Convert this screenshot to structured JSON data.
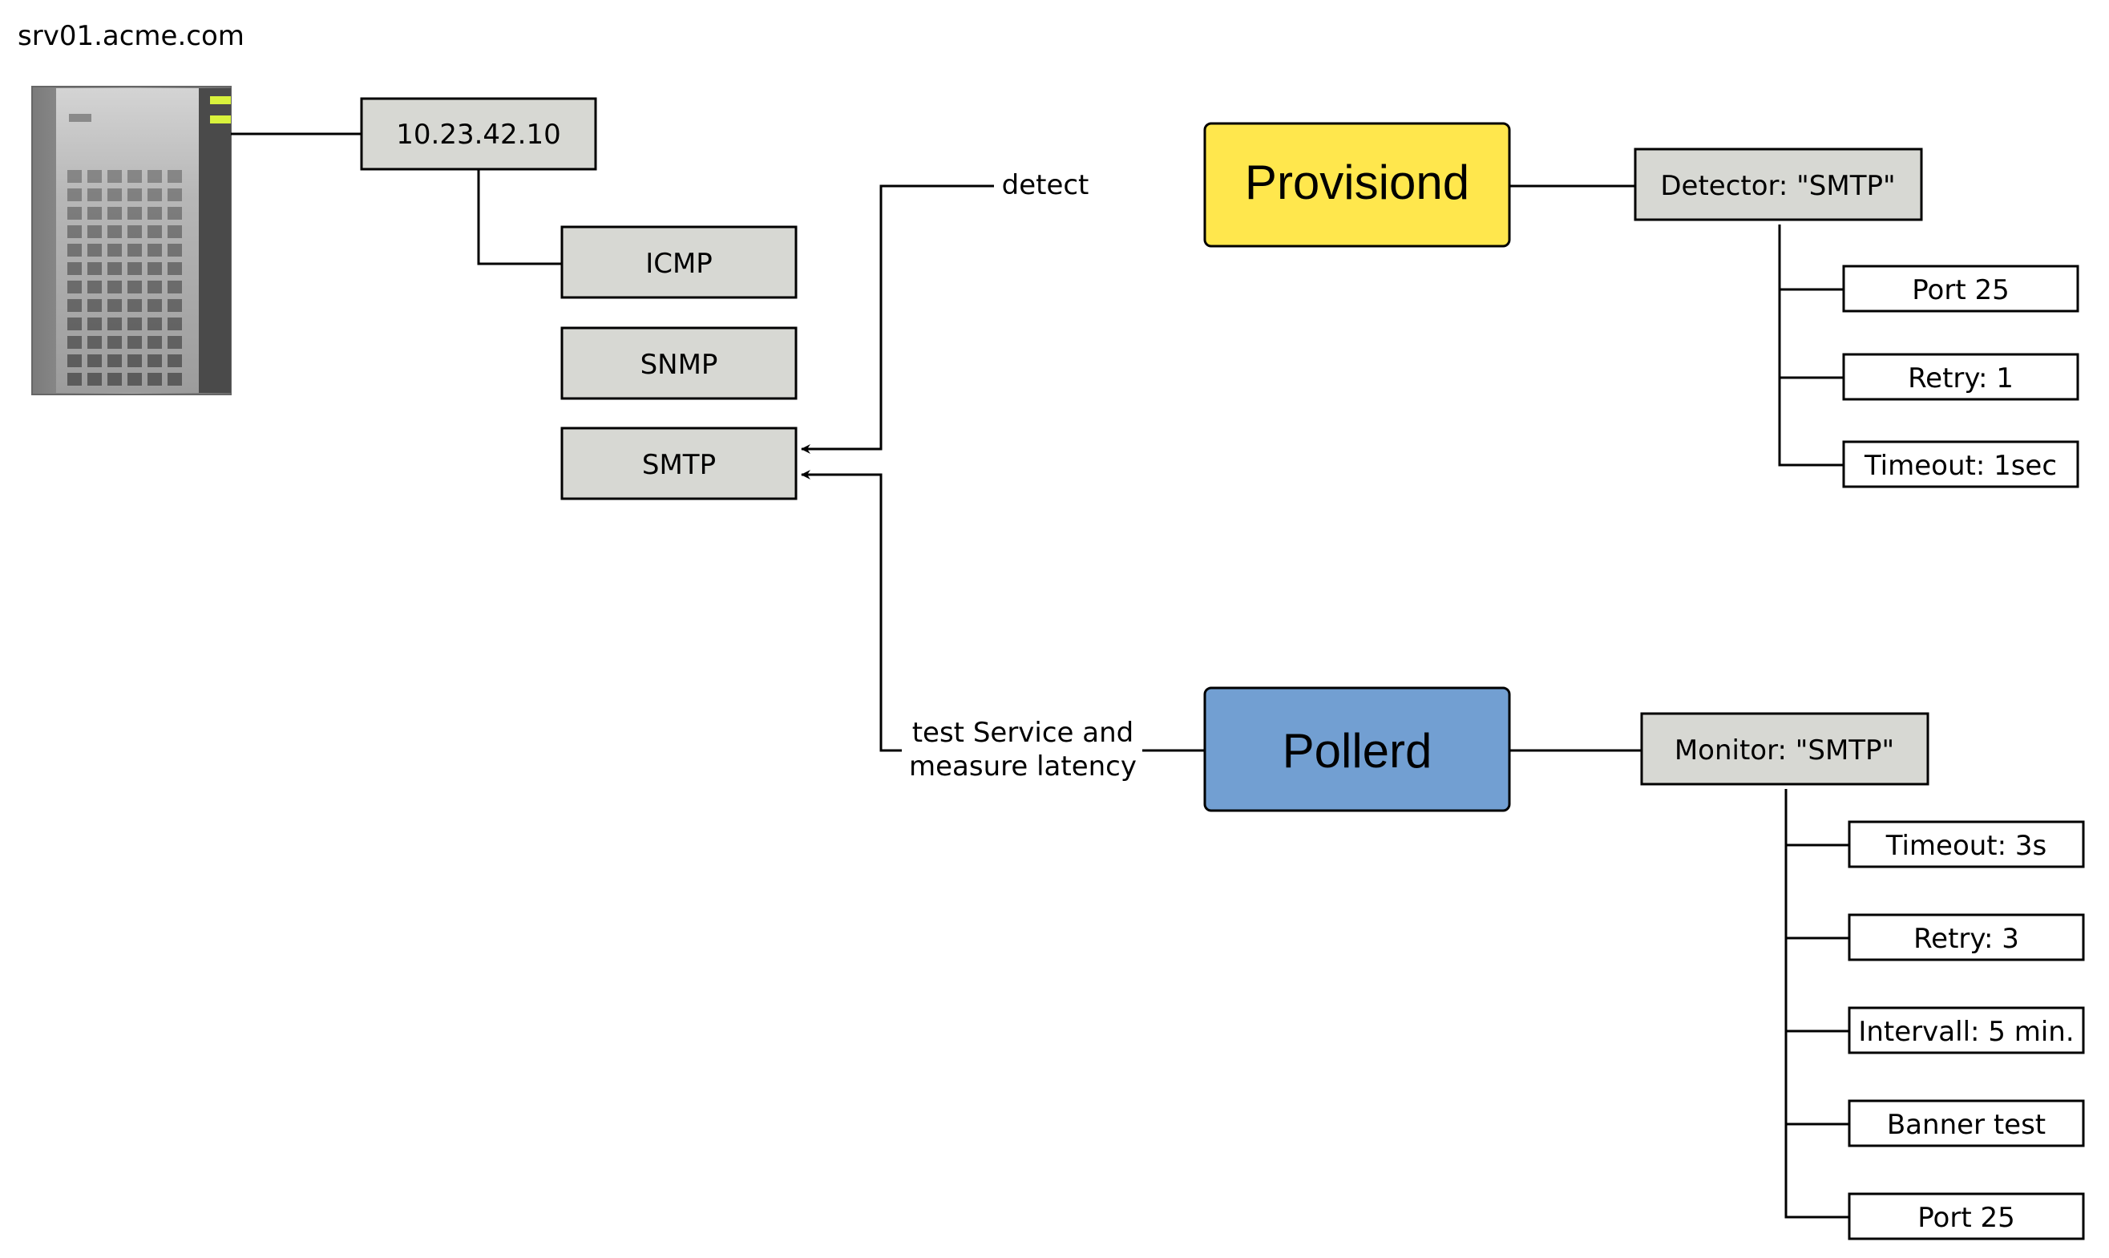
{
  "server": {
    "hostname": "srv01.acme.com",
    "icon": "server-tower-icon"
  },
  "ip_address": "10.23.42.10",
  "services": [
    "ICMP",
    "SNMP",
    "SMTP"
  ],
  "edges": {
    "detect": "detect",
    "test_line1": "test Service and",
    "test_line2": "measure latency"
  },
  "provisiond": {
    "label": "Provisiond",
    "color": "#FFE74D",
    "detector": "Detector: \"SMTP\"",
    "params": [
      "Port 25",
      "Retry: 1",
      "Timeout: 1sec"
    ]
  },
  "pollerd": {
    "label": "Pollerd",
    "color": "#729FD2",
    "monitor": "Monitor: \"SMTP\"",
    "params": [
      "Timeout: 3s",
      "Retry: 3",
      "Intervall: 5 min.",
      "Banner test",
      "Port 25"
    ]
  },
  "colors": {
    "grey_box": "#D7D8D3",
    "line": "#000000"
  }
}
